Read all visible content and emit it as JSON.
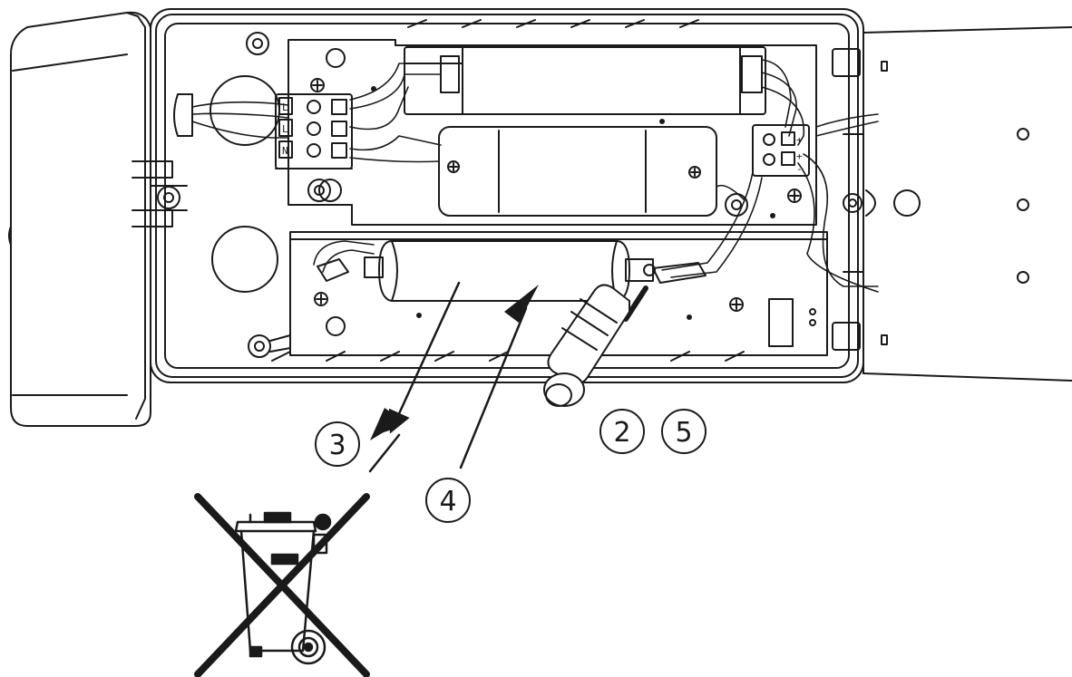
{
  "callouts": [
    {
      "id": "step-2",
      "label": "2"
    },
    {
      "id": "step-5",
      "label": "5"
    },
    {
      "id": "step-3",
      "label": "3"
    },
    {
      "id": "step-4",
      "label": "4"
    }
  ],
  "terminal_blocks": {
    "left_marks": [
      "L",
      "L",
      "N"
    ],
    "right_marks": [
      "+",
      "+",
      "-"
    ]
  },
  "icons": {
    "weee": "crossed-out-wheelie-bin-icon",
    "tool": "screwdriver-icon",
    "battery": "battery-pack-icon"
  },
  "colors": {
    "ink": "#1a1a1a",
    "paper": "#ffffff"
  }
}
